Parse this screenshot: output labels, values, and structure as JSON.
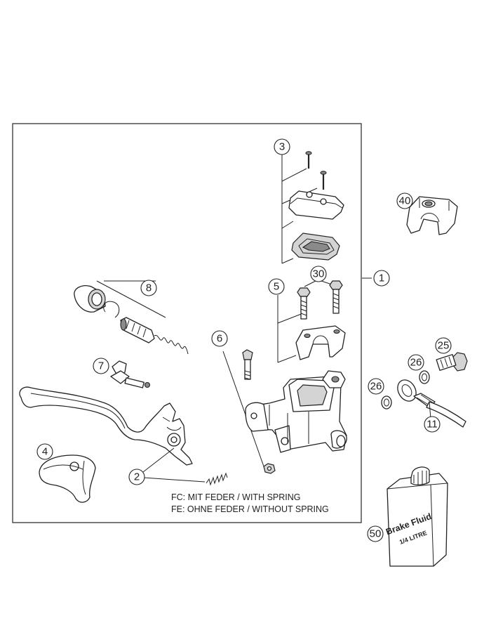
{
  "callouts": {
    "c1": "1",
    "c2": "2",
    "c3": "3",
    "c4": "4",
    "c5": "5",
    "c6": "6",
    "c7": "7",
    "c8": "8",
    "c11": "11",
    "c25": "25",
    "c26a": "26",
    "c26b": "26",
    "c30": "30",
    "c40": "40",
    "c50": "50"
  },
  "notes": {
    "fc": "FC:  MIT FEDER / WITH SPRING",
    "fe": "FE:  OHNE FEDER / WITHOUT SPRING"
  },
  "bottle": {
    "title": "Brake Fluid",
    "volume": "1/4 LITRE"
  }
}
